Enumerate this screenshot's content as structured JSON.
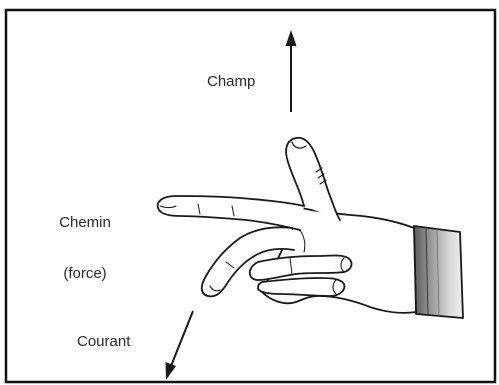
{
  "diagram": {
    "labels": {
      "champ": "Champ",
      "chemin_line1": "Chemin",
      "chemin_line2": "(force)",
      "courant": "Courant"
    },
    "icons": {
      "hand": "right-hand-rule-hand",
      "up_arrow": "arrow-up-icon",
      "left_arrow_direction": "pointing-finger",
      "down_left_arrow": "arrow-down-left-icon"
    },
    "colors": {
      "line": "#1a1a1a",
      "border": "#111111",
      "sleeve_dark": "#4a4a4a",
      "sleeve_light": "#d9d9d9",
      "background": "#ffffff"
    }
  }
}
